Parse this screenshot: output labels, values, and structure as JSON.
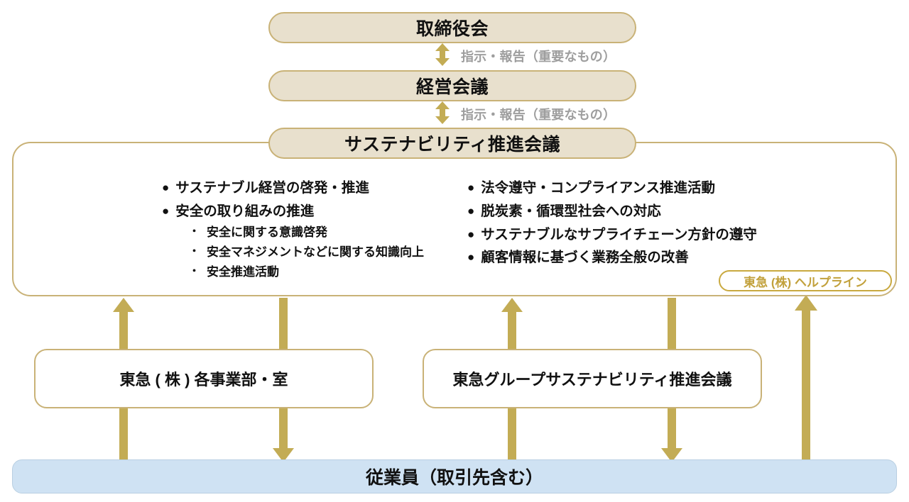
{
  "colors": {
    "gold_border": "#C9B277",
    "gold_fill": "#C3AC55",
    "beige_fill": "#E8E0CD",
    "blue_fill": "#CFE2F3",
    "helpline_gold": "#C2A13C",
    "caption_gray": "#9e9e9e"
  },
  "governance": {
    "board": {
      "label": "取締役会"
    },
    "management": {
      "label": "経営会議"
    },
    "sustainability": {
      "label": "サステナビリティ推進会議"
    },
    "flows": [
      {
        "label": "指示・報告（重要なもの）",
        "arrow": "double-vertical-arrow-icon"
      },
      {
        "label": "指示・報告（重要なもの）",
        "arrow": "double-vertical-arrow-icon"
      }
    ]
  },
  "committee": {
    "left_column": [
      {
        "bullet": "●",
        "text": "サステナブル経営の啓発・推進",
        "sub": []
      },
      {
        "bullet": "●",
        "text": "安全の取り組みの推進",
        "sub": [
          {
            "bullet": "・",
            "text": "安全に関する意識啓発"
          },
          {
            "bullet": "・",
            "text": "安全マネジメントなどに関する知識向上"
          },
          {
            "bullet": "・",
            "text": "安全推進活動"
          }
        ]
      }
    ],
    "right_column": [
      {
        "bullet": "●",
        "text": "法令遵守・コンプライアンス推進活動"
      },
      {
        "bullet": "●",
        "text": "脱炭素・循環型社会への対応"
      },
      {
        "bullet": "●",
        "text": "サステナブルなサプライチェーン方針の遵守"
      },
      {
        "bullet": "●",
        "text": "顧客情報に基づく業務全般の改善"
      }
    ],
    "helpline": {
      "label": "東急 (株) ヘルプライン"
    }
  },
  "units": [
    {
      "label": "東急 ( 株 ) 各事業部・室"
    },
    {
      "label": "東急グループサステナビリティ推進会議"
    }
  ],
  "employees": {
    "label": "従業員（取引先含む）"
  },
  "arrows": [
    {
      "name": "arrow-up-employees-to-committee-left",
      "direction": "up"
    },
    {
      "name": "arrow-down-committee-to-employees-left",
      "direction": "down"
    },
    {
      "name": "arrow-up-employees-to-committee-right",
      "direction": "up"
    },
    {
      "name": "arrow-down-committee-to-employees-right",
      "direction": "down"
    },
    {
      "name": "arrow-up-employees-to-helpline",
      "direction": "up"
    }
  ]
}
